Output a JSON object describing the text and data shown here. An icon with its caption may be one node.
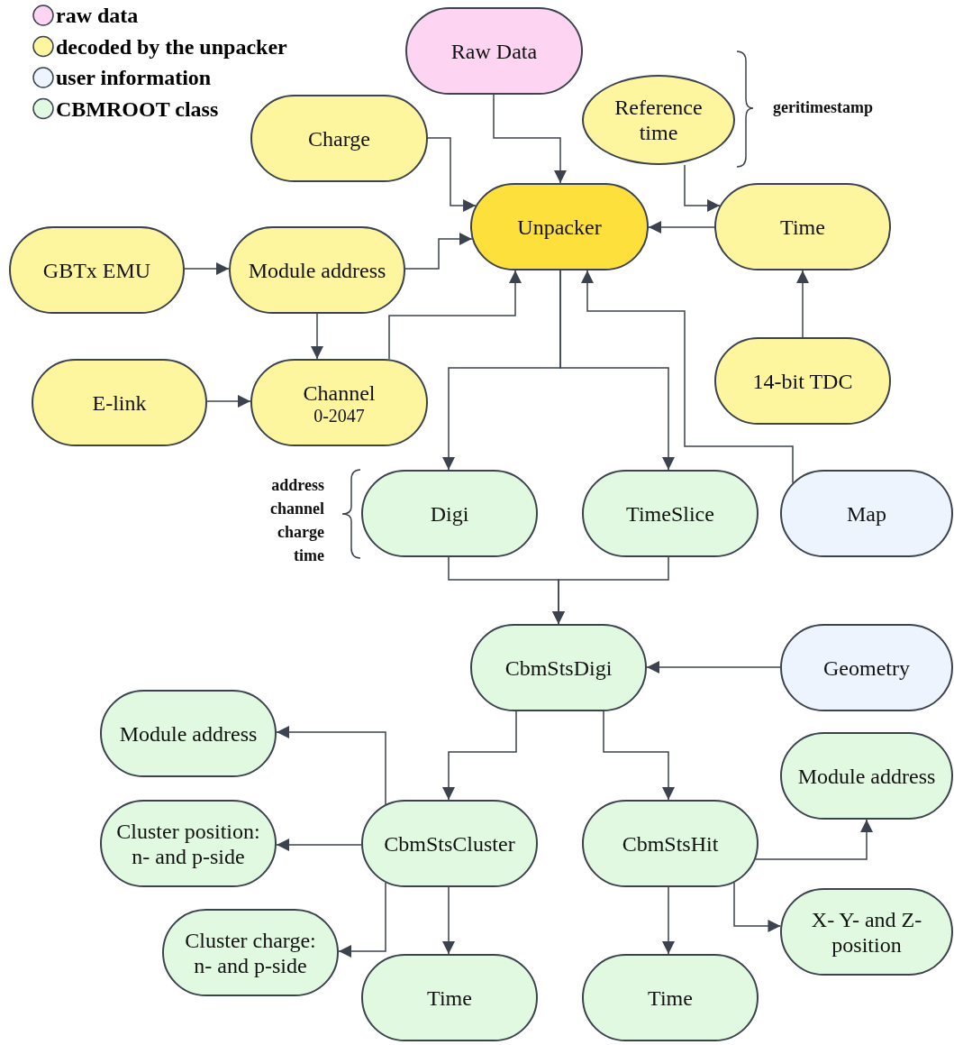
{
  "diagram": {
    "nodes": [
      {
        "text": [
          "Raw Data"
        ]
      },
      {
        "text": [
          "Reference time"
        ]
      },
      {
        "text": [
          "Charge"
        ]
      },
      {
        "text": [
          "Unpacker"
        ]
      },
      {
        "text": [
          "Time"
        ]
      },
      {
        "text": [
          "GBTx EMU"
        ]
      },
      {
        "text": [
          "Module address"
        ]
      },
      {
        "text": [
          "E-link"
        ]
      },
      {
        "text": [
          "Channel",
          "0-2047"
        ]
      },
      {
        "text": [
          "14-bit TDC"
        ]
      },
      {
        "text": [
          "Digi"
        ]
      },
      {
        "text": [
          "TimeSlice"
        ]
      },
      {
        "text": [
          "Map"
        ]
      },
      {
        "text": [
          "CbmStsDigi"
        ]
      },
      {
        "text": [
          "Geometry"
        ]
      },
      {
        "text": [
          "Module address"
        ]
      },
      {
        "text": [
          "Module address"
        ]
      },
      {
        "text": [
          "Cluster position: n- and p-side"
        ]
      },
      {
        "text": [
          "CbmStsCluster"
        ]
      },
      {
        "text": [
          "CbmStsHit"
        ]
      },
      {
        "text": [
          "Cluster charge: n- and p-side"
        ]
      },
      {
        "text": [
          "X- Y- and Z- position"
        ]
      },
      {
        "text": [
          "Time"
        ]
      },
      {
        "text": [
          "Time"
        ]
      }
    ],
    "edges": [
      {
        "from": 0,
        "to": 3,
        "arrow": "to"
      },
      {
        "from": 2,
        "to": 3,
        "arrow": "to"
      },
      {
        "from": 6,
        "to": 3,
        "arrow": "to"
      },
      {
        "from": 5,
        "to": 6,
        "arrow": "to"
      },
      {
        "from": 6,
        "to": 8,
        "arrow": "to"
      },
      {
        "from": 7,
        "to": 8,
        "arrow": "to"
      },
      {
        "from": 8,
        "to": 3,
        "arrow": "to"
      },
      {
        "from": 1,
        "to": 4,
        "arrow": "to"
      },
      {
        "from": 4,
        "to": 3,
        "arrow": "to"
      },
      {
        "from": 9,
        "to": 4,
        "arrow": "to"
      },
      {
        "from": 3,
        "to": 10,
        "arrow": "to"
      },
      {
        "from": 3,
        "to": 11,
        "arrow": "to"
      },
      {
        "from": 12,
        "to": 3,
        "arrow": "to"
      },
      {
        "from": 10,
        "to": 13,
        "arrow": "to"
      },
      {
        "from": 11,
        "to": 13,
        "arrow": "to"
      },
      {
        "from": 14,
        "to": 13,
        "arrow": "to"
      },
      {
        "from": 13,
        "to": 18,
        "arrow": "to"
      },
      {
        "from": 13,
        "to": 19,
        "arrow": "to"
      },
      {
        "from": 18,
        "to": 15,
        "arrow": "to"
      },
      {
        "from": 18,
        "to": 17,
        "arrow": "to"
      },
      {
        "from": 18,
        "to": 20,
        "arrow": "to"
      },
      {
        "from": 18,
        "to": 22,
        "arrow": "to"
      },
      {
        "from": 19,
        "to": 23,
        "arrow": "to"
      },
      {
        "from": 19,
        "to": 16,
        "arrow": "to"
      },
      {
        "from": 19,
        "to": 21,
        "arrow": "to"
      }
    ],
    "labels": [
      "geritimestamp",
      "address channel charge time"
    ],
    "legend": [
      {
        "text": "raw data",
        "color": "#fdd5f3"
      },
      {
        "text": "decoded by the unpacker",
        "color": "#fef59f"
      },
      {
        "text": "user information",
        "color": "#edf4fe"
      },
      {
        "text": "CBMROOT class",
        "color": "#e0f9e0"
      }
    ]
  }
}
